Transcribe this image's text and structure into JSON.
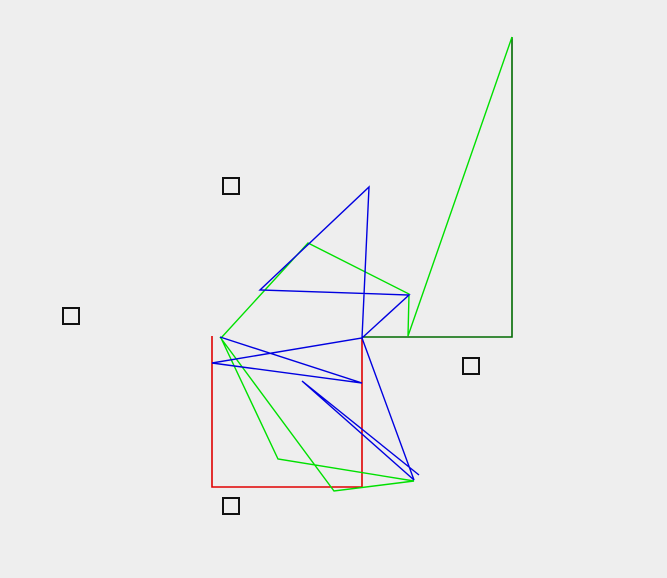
{
  "colors": {
    "background": "#eeeeee",
    "red_shape": "#e00000",
    "dark_green_shape": "#006a00",
    "green_path": "#00e000",
    "blue_path": "#0000e0",
    "box_outline": "#111111"
  },
  "handles": [
    {
      "name": "square-handle-top"
    },
    {
      "name": "square-handle-left"
    },
    {
      "name": "square-handle-right"
    },
    {
      "name": "square-handle-bottom"
    }
  ]
}
